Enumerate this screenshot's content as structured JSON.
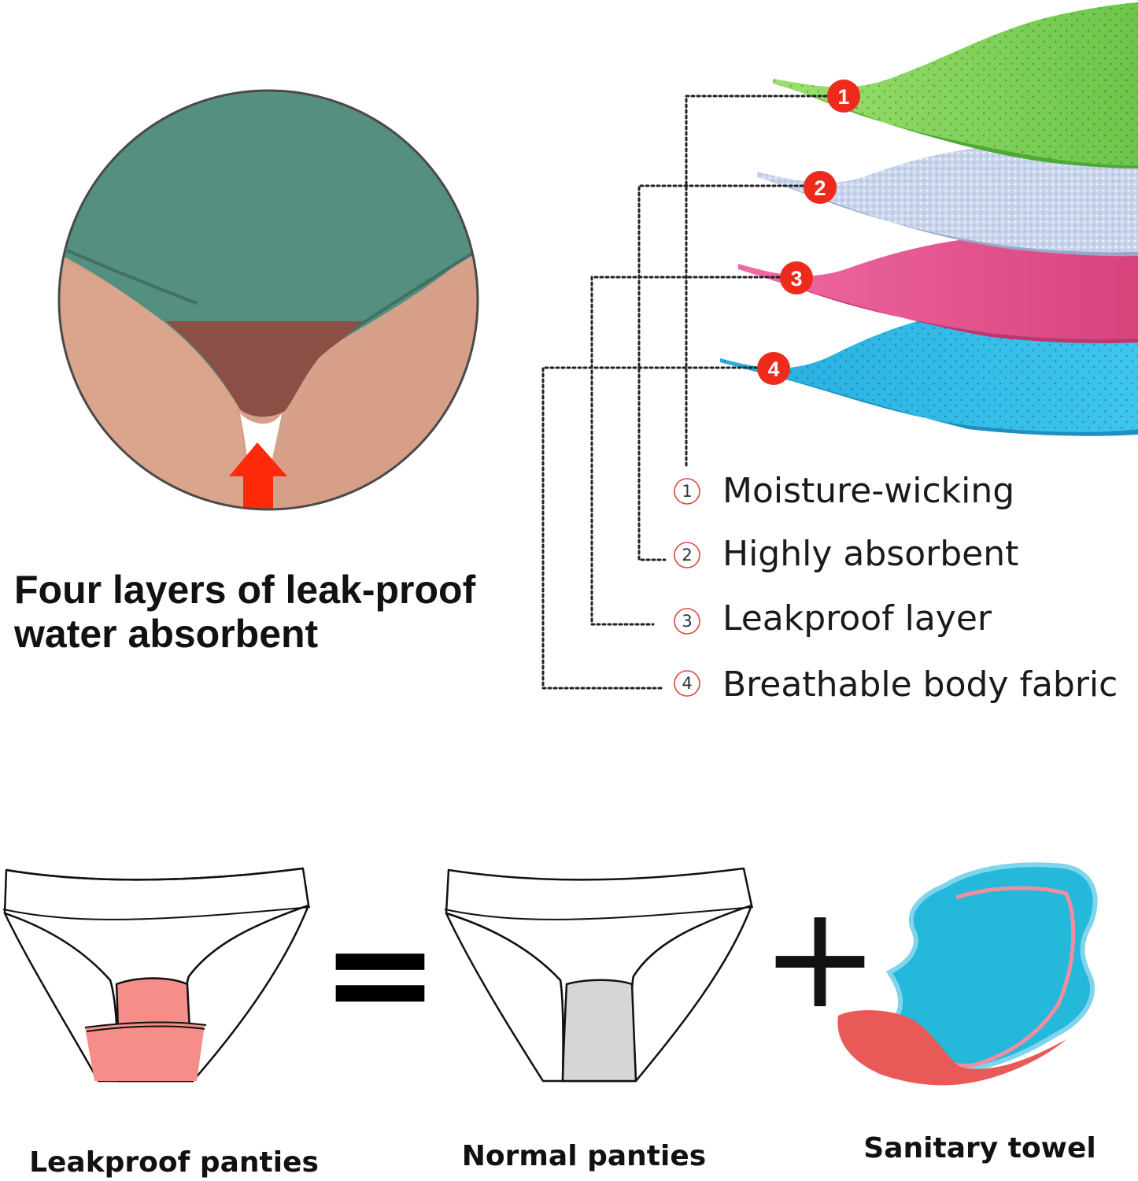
{
  "headline": {
    "line1": "Four layers of leak-proof",
    "line2": "water absorbent"
  },
  "layers": [
    {
      "badge": "1",
      "legend_number": "1",
      "label": "Moisture-wicking",
      "color": "#86d25f"
    },
    {
      "badge": "2",
      "legend_number": "2",
      "label": "Highly absorbent",
      "color": "#c7d3ea"
    },
    {
      "badge": "3",
      "legend_number": "3",
      "label": "Leakproof layer",
      "color": "#e4558f"
    },
    {
      "badge": "4",
      "legend_number": "4",
      "label": "Breathable body fabric",
      "color": "#2eb9e6"
    }
  ],
  "comparison": {
    "leakproof_label": "Leakproof panties",
    "normal_label": "Normal panties",
    "towel_label": "Sanitary towel",
    "equals_symbol": "=",
    "plus_symbol": "+"
  },
  "colors": {
    "underwear_green": "#558f80",
    "gusset_brown": "#8c4f45",
    "skin": "#dca78f",
    "arrow_red": "#fe2a0a",
    "badge_red": "#ee2a1d",
    "leakproof_gusset": "#f58d89",
    "normal_gusset": "#d6d6d6",
    "pad_blue": "#24b8db",
    "pad_red": "#e85a58"
  }
}
